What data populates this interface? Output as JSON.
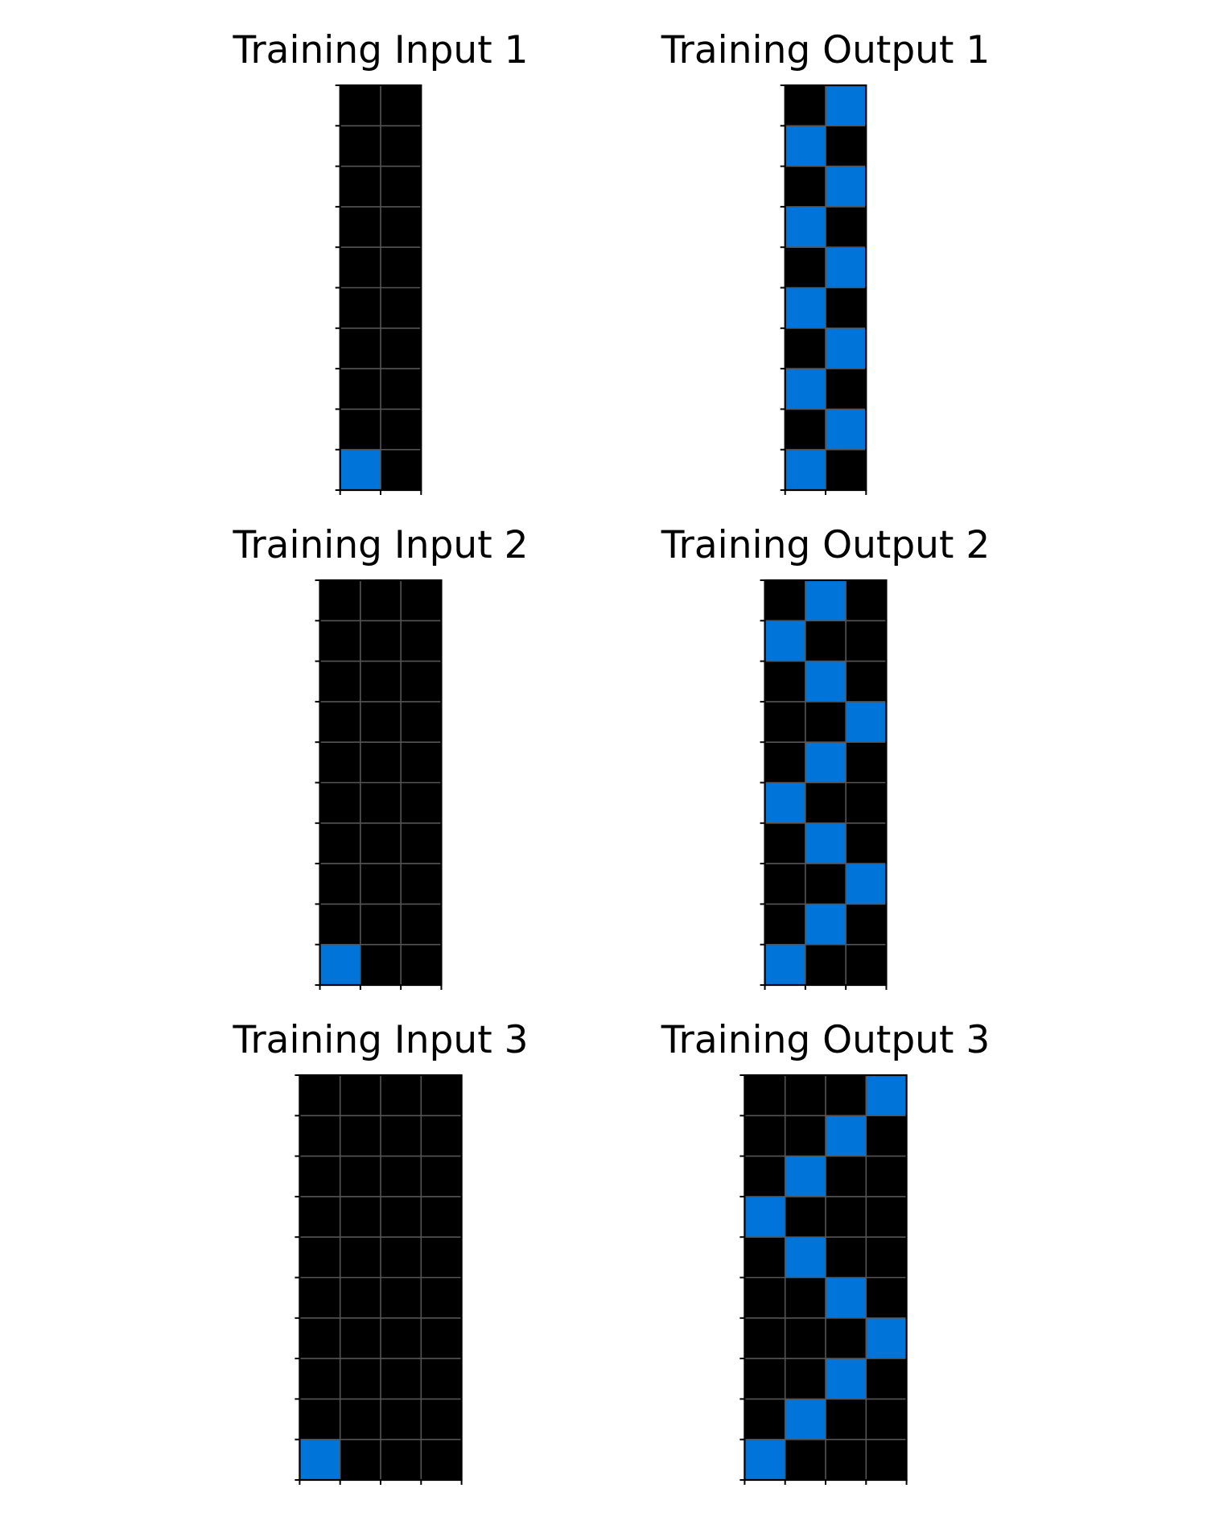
{
  "palette": {
    "0": "#000000",
    "1": "#0074D9"
  },
  "gridline_color": "#555555",
  "panels": [
    {
      "title": "Training Input 1",
      "grid": [
        [
          0,
          0
        ],
        [
          0,
          0
        ],
        [
          0,
          0
        ],
        [
          0,
          0
        ],
        [
          0,
          0
        ],
        [
          0,
          0
        ],
        [
          0,
          0
        ],
        [
          0,
          0
        ],
        [
          0,
          0
        ],
        [
          1,
          0
        ]
      ]
    },
    {
      "title": "Training Output 1",
      "grid": [
        [
          0,
          1
        ],
        [
          1,
          0
        ],
        [
          0,
          1
        ],
        [
          1,
          0
        ],
        [
          0,
          1
        ],
        [
          1,
          0
        ],
        [
          0,
          1
        ],
        [
          1,
          0
        ],
        [
          0,
          1
        ],
        [
          1,
          0
        ]
      ]
    },
    {
      "title": "Training Input 2",
      "grid": [
        [
          0,
          0,
          0
        ],
        [
          0,
          0,
          0
        ],
        [
          0,
          0,
          0
        ],
        [
          0,
          0,
          0
        ],
        [
          0,
          0,
          0
        ],
        [
          0,
          0,
          0
        ],
        [
          0,
          0,
          0
        ],
        [
          0,
          0,
          0
        ],
        [
          0,
          0,
          0
        ],
        [
          1,
          0,
          0
        ]
      ]
    },
    {
      "title": "Training Output 2",
      "grid": [
        [
          0,
          1,
          0
        ],
        [
          1,
          0,
          0
        ],
        [
          0,
          1,
          0
        ],
        [
          0,
          0,
          1
        ],
        [
          0,
          1,
          0
        ],
        [
          1,
          0,
          0
        ],
        [
          0,
          1,
          0
        ],
        [
          0,
          0,
          1
        ],
        [
          0,
          1,
          0
        ],
        [
          1,
          0,
          0
        ]
      ]
    },
    {
      "title": "Training Input 3",
      "grid": [
        [
          0,
          0,
          0,
          0
        ],
        [
          0,
          0,
          0,
          0
        ],
        [
          0,
          0,
          0,
          0
        ],
        [
          0,
          0,
          0,
          0
        ],
        [
          0,
          0,
          0,
          0
        ],
        [
          0,
          0,
          0,
          0
        ],
        [
          0,
          0,
          0,
          0
        ],
        [
          0,
          0,
          0,
          0
        ],
        [
          0,
          0,
          0,
          0
        ],
        [
          1,
          0,
          0,
          0
        ]
      ]
    },
    {
      "title": "Training Output 3",
      "grid": [
        [
          0,
          0,
          0,
          1
        ],
        [
          0,
          0,
          1,
          0
        ],
        [
          0,
          1,
          0,
          0
        ],
        [
          1,
          0,
          0,
          0
        ],
        [
          0,
          1,
          0,
          0
        ],
        [
          0,
          0,
          1,
          0
        ],
        [
          0,
          0,
          0,
          1
        ],
        [
          0,
          0,
          1,
          0
        ],
        [
          0,
          1,
          0,
          0
        ],
        [
          1,
          0,
          0,
          0
        ]
      ]
    }
  ]
}
